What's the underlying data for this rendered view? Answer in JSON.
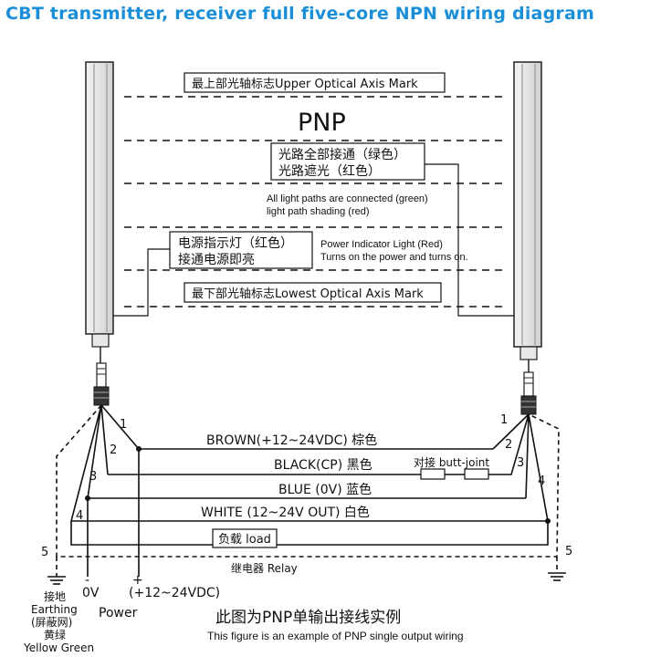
{
  "title": "CBT transmitter, receiver full five-core NPN wiring diagram",
  "mode_label": "PNP",
  "upper_mark": "最上部光轴标志Upper Optical Axis Mark",
  "lower_mark": "最下部光轴标志Lowest Optical Axis Mark",
  "status_box": {
    "line1": "光路全部接通（绿色）",
    "line2": "光路遮光（红色）"
  },
  "status_en": {
    "line1": "All light paths are connected (green)",
    "line2": "light path shading (red)"
  },
  "power_box": {
    "line1": "电源指示灯（红色）",
    "line2": "接通电源即亮"
  },
  "power_en": {
    "line1": "Power Indicator Light (Red)",
    "line2": "Turns on the power and turns on."
  },
  "wires": {
    "brown": "BROWN(+12~24VDC)  棕色",
    "black": "BLACK(CP)  黑色",
    "blue": "BLUE (0V)  蓝色",
    "white": "WHITE (12~24V  OUT)  白色"
  },
  "butt_joint": "对接 butt-joint",
  "load": "负载 load",
  "relay": "继电器 Relay",
  "pins": {
    "p1": "1",
    "p2": "2",
    "p3": "3",
    "p4": "4",
    "p5": "5"
  },
  "bottom": {
    "earth_cn": "接地",
    "earth_en": "Earthing",
    "shield": "(屏蔽网)",
    "yellow_green_cn": "黄绿",
    "yellow_green_en": "Yellow Green",
    "zero_v": "0V",
    "minus": "-",
    "plus": "+",
    "plus_v": "(+12~24VDC)",
    "power": "Power"
  },
  "caption_cn": "此图为PNP单输出接线实例",
  "caption_en": "This figure is an example of PNP single output wiring",
  "colors": {
    "title": "#1a8fd8",
    "line": "#111111"
  }
}
